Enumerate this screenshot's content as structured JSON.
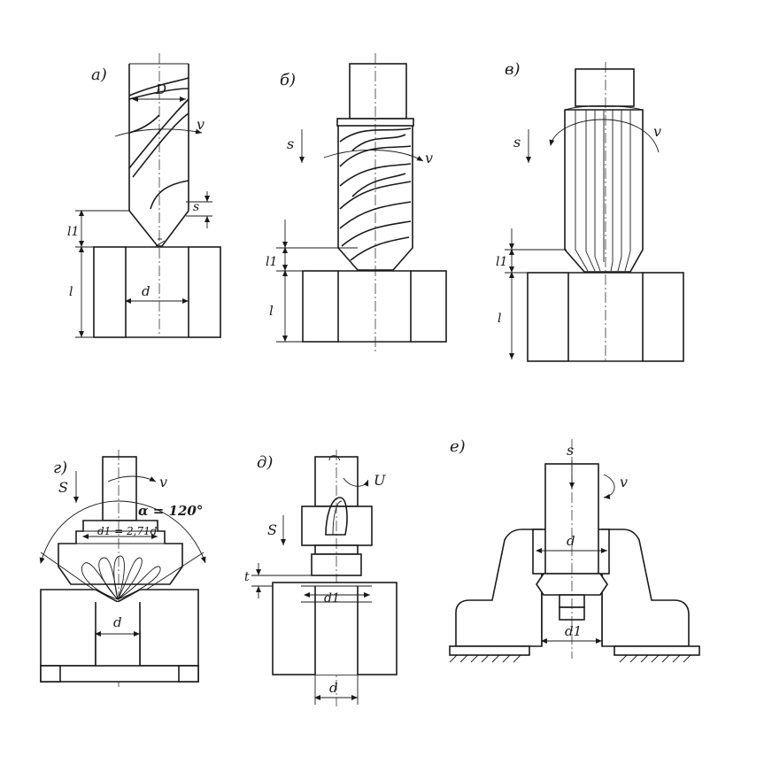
{
  "panels": [
    {
      "id": "a",
      "letter": "а)",
      "labels": {
        "D": "D",
        "v": "v",
        "s": "s",
        "l1": "l1",
        "l": "l",
        "d": "d"
      }
    },
    {
      "id": "b",
      "letter": "б)",
      "labels": {
        "s": "s",
        "v": "v",
        "l1": "l1",
        "l": "l"
      }
    },
    {
      "id": "v",
      "letter": "в)",
      "labels": {
        "s": "s",
        "v": "v",
        "l1": "l1",
        "l": "l"
      }
    },
    {
      "id": "g",
      "letter": "г)",
      "labels": {
        "s": "S",
        "v": "v",
        "alpha": "α = 120°",
        "d1": "d1 = 2,71d",
        "d": "d"
      }
    },
    {
      "id": "d",
      "letter": "д)",
      "labels": {
        "s": "S",
        "v": "U",
        "t": "t",
        "d1": "d1",
        "d": "d"
      }
    },
    {
      "id": "e",
      "letter": "е)",
      "labels": {
        "s": "s",
        "v": "v",
        "d": "d",
        "d1": "d1"
      }
    }
  ],
  "colors": {
    "ink": "#1a1a1a",
    "paper": "#ffffff"
  }
}
